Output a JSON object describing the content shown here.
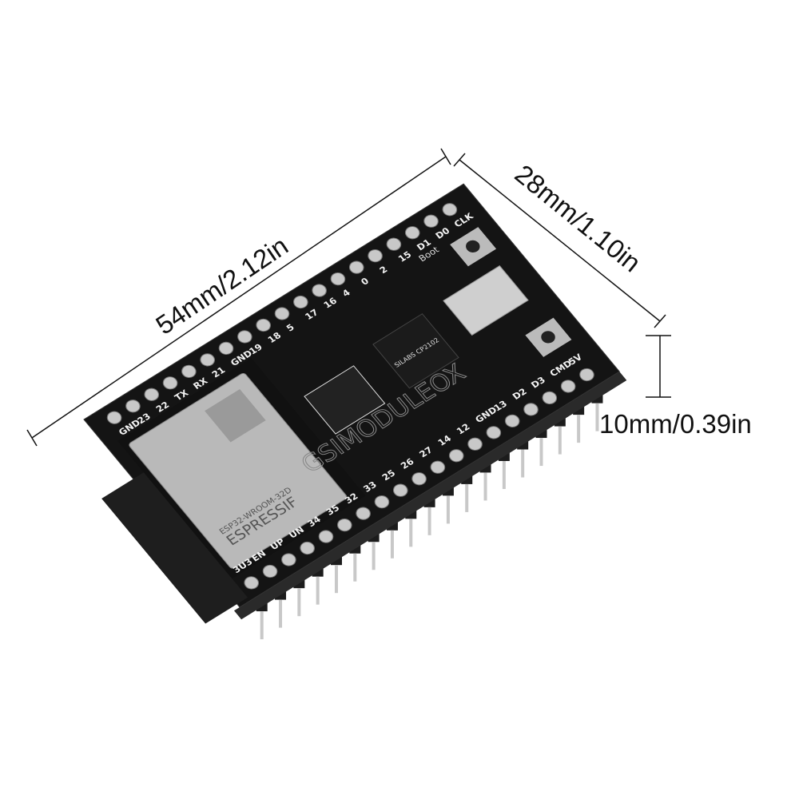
{
  "dimensions": {
    "length": "54mm/2.12in",
    "width": "28mm/1.10in",
    "height": "10mm/0.39in"
  },
  "board": {
    "top_pins": [
      "GND",
      "23",
      "22",
      "TX",
      "RX",
      "21",
      "GND",
      "19",
      "18",
      "5",
      "17",
      "16",
      "4",
      "0",
      "2",
      "15",
      "D1",
      "D0",
      "CLK"
    ],
    "bottom_pins": [
      "3U3",
      "EN",
      "UP",
      "UN",
      "34",
      "35",
      "32",
      "33",
      "25",
      "26",
      "27",
      "14",
      "12",
      "GND",
      "13",
      "D2",
      "D3",
      "CMD",
      "5V"
    ],
    "module_brand": "ESPRESSIF",
    "module_model": "ESP32-WROOM-32D",
    "chip_label": "SILABS CP2102",
    "boot_label": "Boot",
    "watermark": "GSIMODULEOX",
    "colors": {
      "pcb": "#141414",
      "shield": "#b9b9b9",
      "pin": "#c8c8c8",
      "header": "#1c1c1c"
    }
  }
}
